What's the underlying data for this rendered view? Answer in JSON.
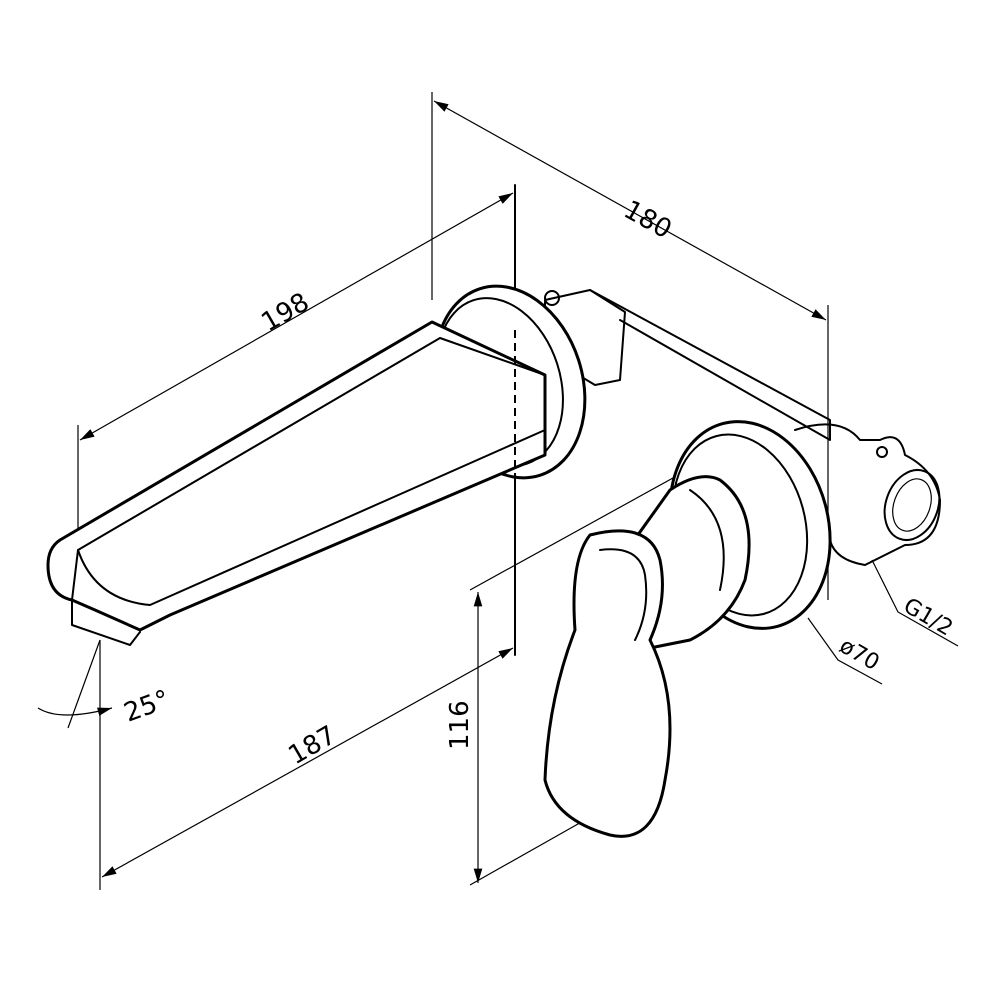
{
  "dimensions": {
    "wall_to_outlet_depth": "180",
    "spout_length": "198",
    "spout_projection": "187",
    "height_difference": "116",
    "spout_angle": "25°",
    "plate_diameter": "ø70",
    "thread": "G1/2"
  }
}
